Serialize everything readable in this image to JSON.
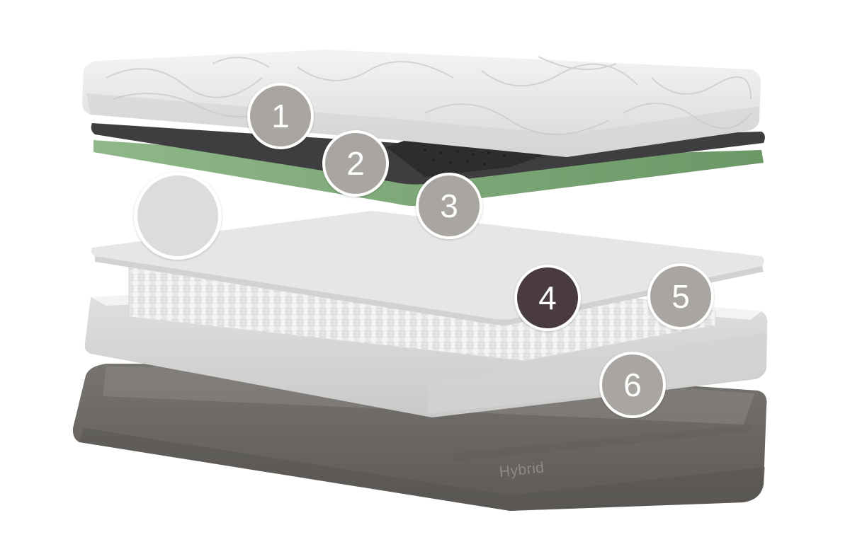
{
  "markers": [
    {
      "label": "1",
      "state": "default"
    },
    {
      "label": "2",
      "state": "default"
    },
    {
      "label": "3",
      "state": "default"
    },
    {
      "label": "4",
      "state": "active"
    },
    {
      "label": "5",
      "state": "default"
    },
    {
      "label": "6",
      "state": "default"
    },
    {
      "label": "",
      "state": "blank"
    }
  ],
  "base": {
    "brand_label": "Hybrid"
  },
  "colors": {
    "marker_default": "#a9a6a2",
    "marker_active": "#4a3b3e",
    "marker_blank": "#dcdcdc",
    "comfort_layer": "#e9e9e9",
    "charcoal_layer": "#3d3d3f",
    "green_layer": "#76a26f",
    "transition_layer": "#e3e3e3",
    "coil_layer": "#f1f1f1",
    "encasement": "#e6e6e6",
    "base": "#6b6965"
  }
}
